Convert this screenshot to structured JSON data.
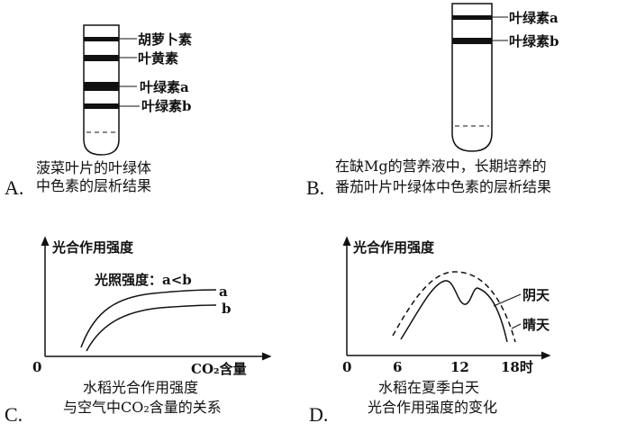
{
  "panel_a": {
    "option": "A.",
    "bands": [
      "胡萝卜素",
      "叶黄素",
      "叶绿素a",
      "叶绿素b"
    ],
    "caption": [
      "菠菜叶片的叶绿体",
      "中色素的层析结果"
    ]
  },
  "panel_b": {
    "option": "B.",
    "bands": [
      "叶绿素a",
      "叶绿素b"
    ],
    "caption": [
      "在缺Mg的营养液中，长期培养的",
      "番茄叶片叶绿体中色素的层析结果"
    ]
  },
  "panel_c": {
    "option": "C.",
    "ylabel": "光合作用强度",
    "xlabel": "CO₂含量",
    "origin": "0",
    "annotation": "光照强度：a<b",
    "series": [
      "a",
      "b"
    ],
    "caption": [
      "水稻光合作用强度",
      "与空气中CO₂含量的关系"
    ]
  },
  "panel_d": {
    "option": "D.",
    "ylabel": "光合作用强度",
    "ticks": [
      "0",
      "6",
      "12",
      "18时"
    ],
    "series": [
      "阴天",
      "晴天"
    ],
    "caption": [
      "水稻在夏季白天",
      "光合作用强度的变化"
    ]
  }
}
